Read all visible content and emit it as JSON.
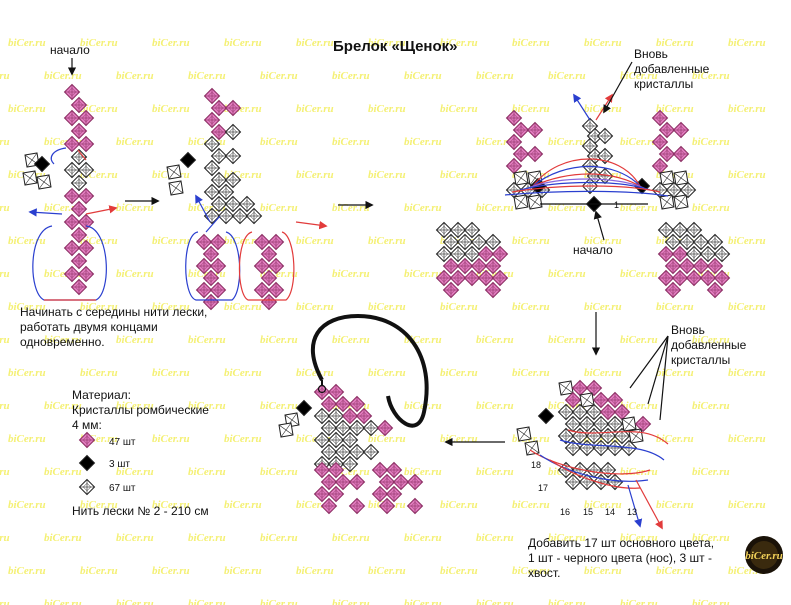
{
  "title": "Брелок «Щенок»",
  "labels": {
    "start_1": "начало",
    "start_2": "начало",
    "new_crystals_1": "Вновь добавленные кристаллы",
    "new_crystals_2": "Вновь добавленные кристаллы",
    "instructions": "Начинать с середины нити лески, работать двумя концами одновременно.",
    "add_note": "Добавить 17 шт основного цвета, 1 шт - черного цвета (нос), 3 шт - хвост."
  },
  "materials": {
    "heading": "Материал:",
    "crystals": "Кристаллы ромбические",
    "size": "4 мм:",
    "pink_count": "47 шт",
    "black_count": "3 шт",
    "white_count": "67 шт",
    "thread": "Нить лески № 2 -  210 см"
  },
  "step_numbers": {
    "n1": "1",
    "n13": "13",
    "n14": "14",
    "n15": "15",
    "n16": "16",
    "n17": "17",
    "n18": "18"
  },
  "logo": "biCer.ru",
  "watermark_text": "biCer.ru",
  "colors": {
    "pink": "#e07bbd",
    "pink_dark": "#8a2d62",
    "white": "#ffffff",
    "black": "#000000",
    "red_line": "#e23b3b",
    "blue_line": "#2a3fcf",
    "watermark": "#f3ee5c"
  }
}
